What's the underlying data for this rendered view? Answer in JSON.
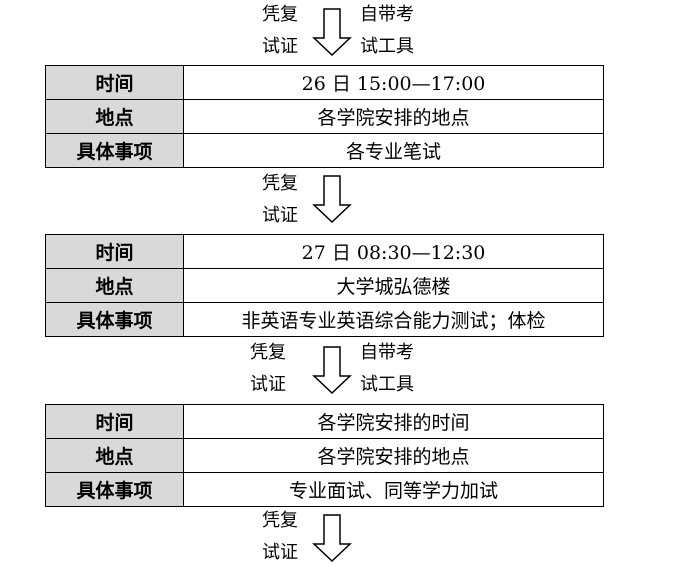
{
  "connectors": [
    {
      "left_top": "凭复",
      "left_bottom": "试证",
      "right_top": "自带考",
      "right_bottom": "试工具"
    },
    {
      "left_top": "凭复",
      "left_bottom": "试证",
      "right_top": "",
      "right_bottom": ""
    },
    {
      "left_top": "凭复",
      "left_bottom": "试证",
      "right_top": "自带考",
      "right_bottom": "试工具"
    },
    {
      "left_top": "凭复",
      "left_bottom": "试证",
      "right_top": "",
      "right_bottom": ""
    }
  ],
  "tables": [
    {
      "rows": [
        {
          "label": "时间",
          "value": "26 日 15:00—17:00"
        },
        {
          "label": "地点",
          "value": "各学院安排的地点"
        },
        {
          "label": "具体事项",
          "value": "各专业笔试"
        }
      ]
    },
    {
      "rows": [
        {
          "label": "时间",
          "value": "27 日 08:30—12:30"
        },
        {
          "label": "地点",
          "value": "大学城弘德楼"
        },
        {
          "label": "具体事项",
          "value": "非英语专业英语综合能力测试；体检"
        }
      ]
    },
    {
      "rows": [
        {
          "label": "时间",
          "value": "各学院安排的时间"
        },
        {
          "label": "地点",
          "value": "各学院安排的地点"
        },
        {
          "label": "具体事项",
          "value": "专业面试、同等学力加试"
        }
      ]
    }
  ]
}
